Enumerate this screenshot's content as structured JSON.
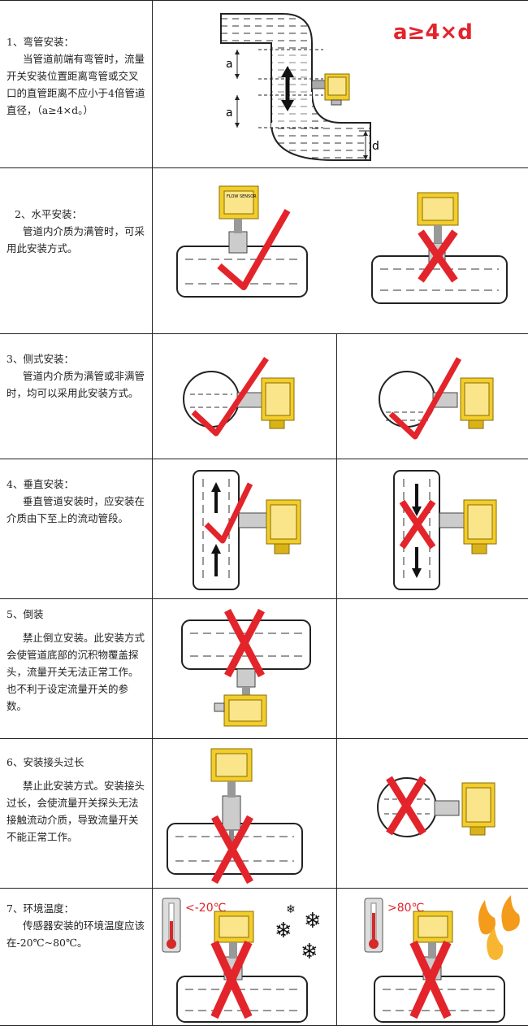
{
  "colors": {
    "mark_red": "#e3242b",
    "sensor_yellow": "#f2cd2c",
    "sensor_face": "#fbe58a",
    "pipe_fill": "#ffffff",
    "border": "#222222"
  },
  "sensor_label": "FLOW SENSOR",
  "rows": [
    {
      "title": "1、弯管安装：",
      "desc": "当管道前端有弯管时，流量开关安装位置距离弯管或交叉口的直管距离不应小于4倍管道直径，（a≥4×d。）",
      "formula": "a≥4×d",
      "dim_a": "a",
      "dim_d": "d"
    },
    {
      "title": "2、水平安装：",
      "desc": "管道内介质为满管时，可采用此安装方式。"
    },
    {
      "title": "3、侧式安装：",
      "desc": "管道内介质为满管或非满管时，均可以采用此安装方式。"
    },
    {
      "title": "4、垂直安装：",
      "desc": "垂直管道安装时，应安装在介质由下至上的流动管段。"
    },
    {
      "title": "5、倒装",
      "desc": "禁止倒立安装。此安装方式会使管道底部的沉积物覆盖探头，流量开关无法正常工作。也不利于设定流量开关的参数。"
    },
    {
      "title": "6、安装接头过长",
      "desc": "禁止此安装方式。安装接头过长，会使流量开关探头无法接触流动介质，导致流量开关不能正常工作。"
    },
    {
      "title": "7、环境温度：",
      "desc": "传感器安装的环境温度应该在-20℃~80℃。",
      "low_temp": "<-20℃",
      "high_temp": ">80℃"
    }
  ]
}
